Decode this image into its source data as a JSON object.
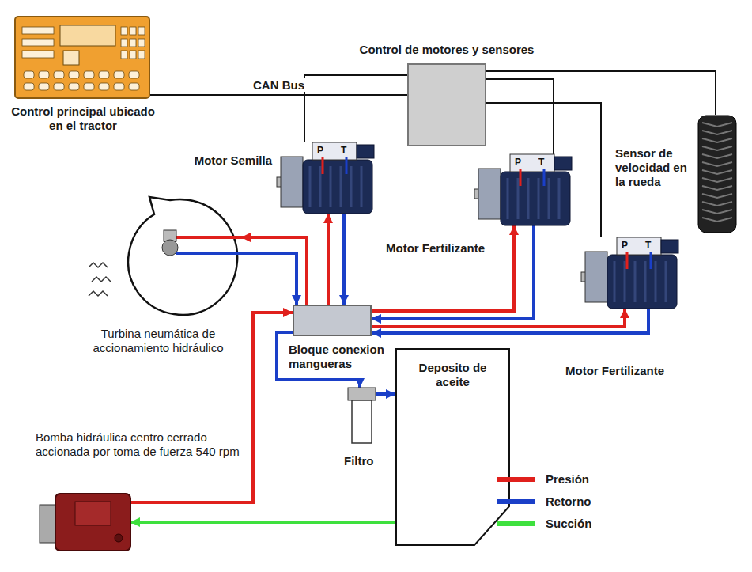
{
  "diagram": {
    "nodes": [
      {
        "text": [
          "Control principal ubicado en el tractor"
        ]
      },
      {
        "text": [
          "Control de motores y sensores"
        ]
      },
      {
        "text": [
          "Motor Semilla"
        ]
      },
      {
        "text": [
          "Motor Fertilizante"
        ]
      },
      {
        "text": [
          "Sensor de velocidad en la rueda"
        ]
      },
      {
        "text": [
          "Turbina neumática de accionamiento hidráulico"
        ]
      },
      {
        "text": [
          "Bloque conexion mangueras"
        ]
      },
      {
        "text": [
          "Motor Fertilizante"
        ]
      },
      {
        "text": [
          "Bomba hidráulica centro cerrado accionada por toma de fuerza 540 rpm"
        ]
      },
      {
        "text": [
          "Filtro"
        ]
      },
      {
        "text": [
          "Deposito de aceite"
        ]
      }
    ],
    "edges": [
      {
        "from": 0,
        "to": 1,
        "label": "CAN Bus",
        "arrow": "none"
      },
      {
        "from": 1,
        "to": 2,
        "arrow": "none"
      },
      {
        "from": 1,
        "to": 3,
        "arrow": "none"
      },
      {
        "from": 1,
        "to": 7,
        "arrow": "none"
      },
      {
        "from": 1,
        "to": 4,
        "arrow": "none"
      },
      {
        "from": 8,
        "to": 6,
        "arrow": "to"
      },
      {
        "from": 6,
        "to": 2,
        "arrow": "to"
      },
      {
        "from": 2,
        "to": 6,
        "arrow": "to"
      },
      {
        "from": 6,
        "to": 3,
        "arrow": "to"
      },
      {
        "from": 3,
        "to": 6,
        "arrow": "to"
      },
      {
        "from": 6,
        "to": 7,
        "arrow": "to"
      },
      {
        "from": 7,
        "to": 6,
        "arrow": "to"
      },
      {
        "from": 6,
        "to": 5,
        "arrow": "to"
      },
      {
        "from": 5,
        "to": 6,
        "arrow": "to"
      },
      {
        "from": 6,
        "to": 9,
        "arrow": "to"
      },
      {
        "from": 9,
        "to": 10,
        "arrow": "to"
      },
      {
        "from": 10,
        "to": 8,
        "arrow": "to"
      }
    ],
    "labels": [
      "P",
      "T",
      "P",
      "T",
      "P",
      "T"
    ],
    "legend": [
      {
        "text": "Presión",
        "color": "#e0201c"
      },
      {
        "text": "Retorno",
        "color": "#1a3fc8"
      },
      {
        "text": "Succión",
        "color": "#3ee03e"
      }
    ]
  }
}
